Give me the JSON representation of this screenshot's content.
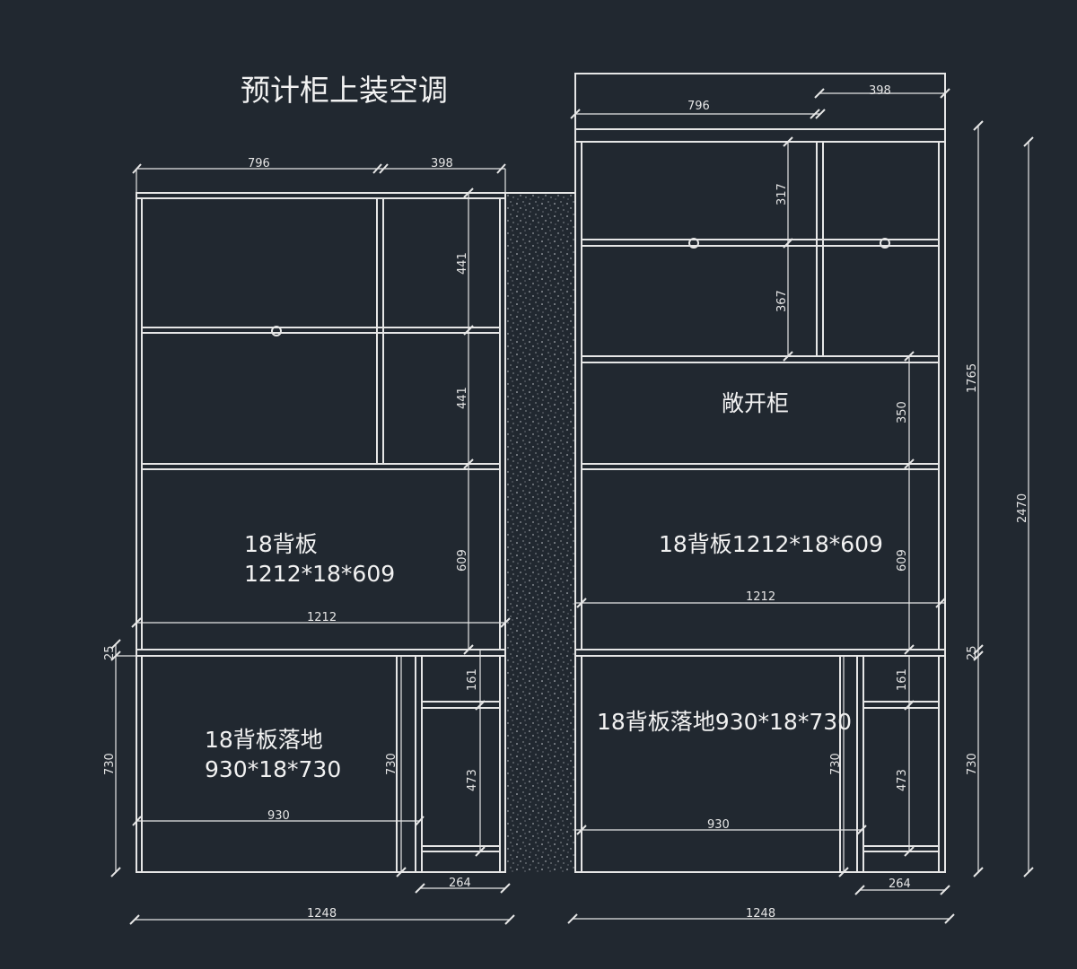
{
  "title": "预计柜上装空调",
  "left": {
    "top_widths": [
      "796",
      "398"
    ],
    "shelf_heights": [
      "441",
      "441",
      "609"
    ],
    "back_panel_label": [
      "18背板",
      "1212*18*609"
    ],
    "back_panel_width": "1212",
    "gap_height": "25",
    "base_height": "730",
    "floor_panel_label": [
      "18背板落地",
      "930*18*730"
    ],
    "floor_panel_height": "730",
    "floor_panel_width": "930",
    "side_shelf_heights": [
      "161",
      "473"
    ],
    "side_width": "264",
    "total_width": "1248"
  },
  "right": {
    "top_widths": [
      "796",
      "398"
    ],
    "shelf_heights": [
      "317",
      "367",
      "350",
      "609"
    ],
    "open_cabinet_label": "敞开柜",
    "back_panel_label": "18背板1212*18*609",
    "back_panel_width": "1212",
    "gap_height": "25",
    "floor_panel_label": "18背板落地930*18*730",
    "floor_panel_height": "730",
    "floor_panel_width": "930",
    "side_shelf_heights": [
      "161",
      "473"
    ],
    "base_height": "730",
    "side_width": "264",
    "upper_height": "1765",
    "total_height": "2470",
    "total_width": "1248"
  }
}
